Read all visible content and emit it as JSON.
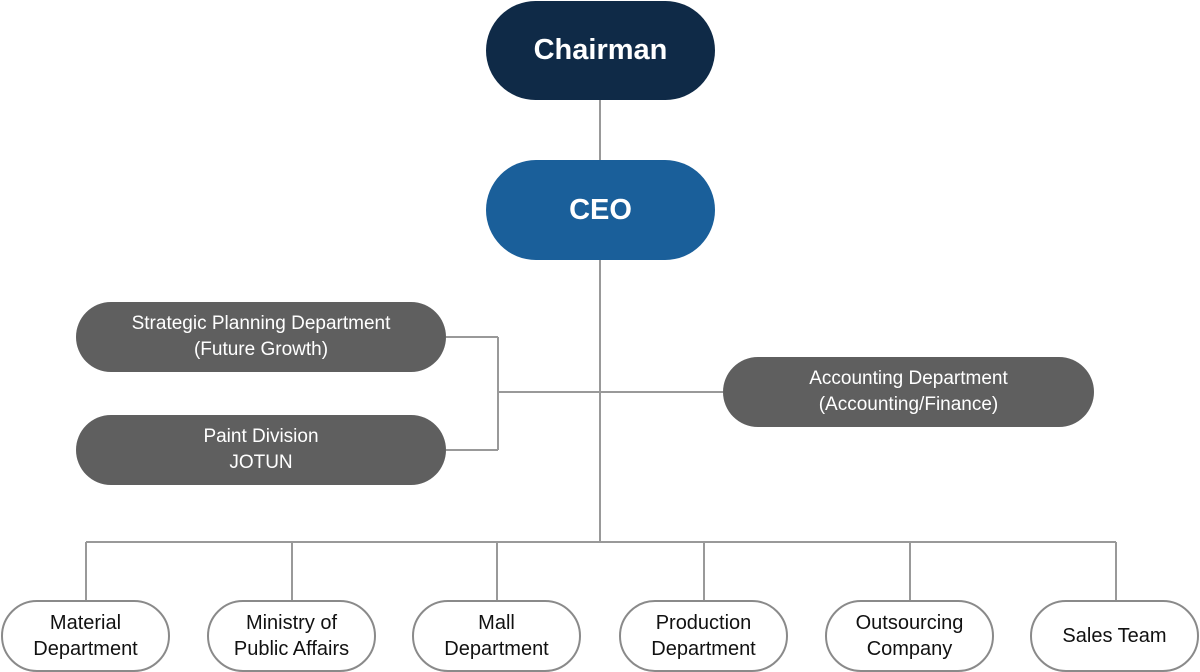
{
  "chairman": "Chairman",
  "ceo": "CEO",
  "staff": {
    "strategic": [
      "Strategic Planning Department",
      "(Future Growth)"
    ],
    "paint": [
      "Paint Division",
      "JOTUN"
    ],
    "accounting": [
      "Accounting Department",
      "(Accounting/Finance)"
    ]
  },
  "departments": [
    [
      "Material",
      "Department"
    ],
    [
      "Ministry of",
      "Public Affairs"
    ],
    [
      "Mall",
      "Department"
    ],
    [
      "Production",
      "Department"
    ],
    [
      "Outsourcing",
      "Company"
    ],
    [
      "Sales Team"
    ]
  ],
  "colors": {
    "chairman_bg": "#0f2a47",
    "ceo_bg": "#1a5f9a",
    "staff_bg": "#5f5f5f",
    "connector": "#999999",
    "dept_border": "#8a8a8a"
  }
}
